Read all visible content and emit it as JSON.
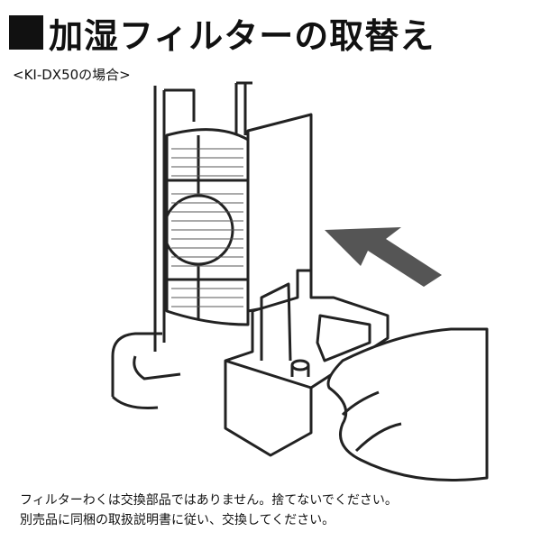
{
  "title": {
    "marker_icon": "black-square-icon",
    "text": "加湿フィルターの取替え"
  },
  "subtitle": "<KI-DX50の場合>",
  "illustration": {
    "description_icon": "humidifier-filter-replacement-illustration",
    "arrow_color": "#555555",
    "line_color": "#222222"
  },
  "notes": [
    "フィルターわくは交換部品ではありません。捨てないでください。",
    "別売品に同梱の取扱説明書に従い、交換してください。"
  ]
}
